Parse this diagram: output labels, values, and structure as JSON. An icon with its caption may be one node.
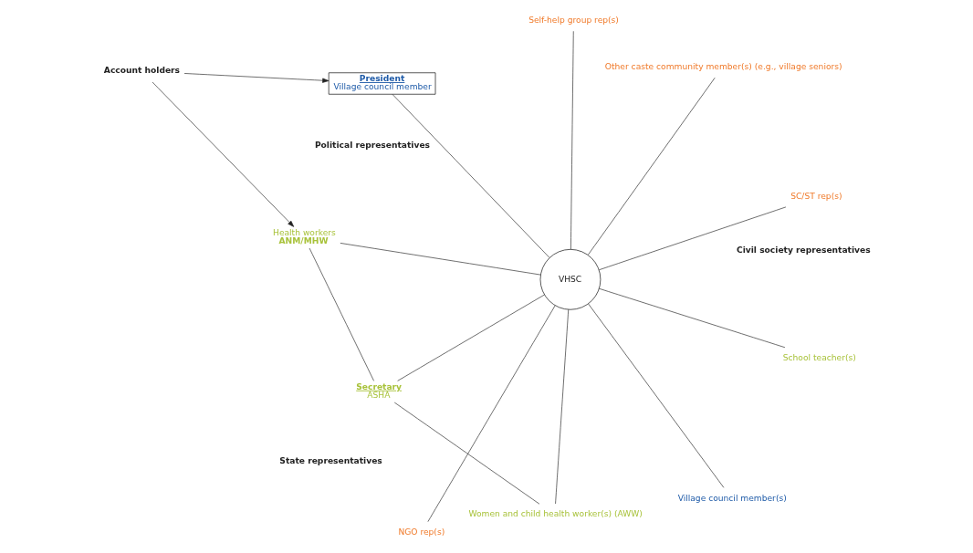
{
  "diagram": {
    "nodes": [
      {
        "text": [
          "VHSC"
        ]
      },
      {
        "text": [
          "President",
          "Village council member"
        ]
      },
      {
        "text": [
          "Village council member(s)"
        ]
      },
      {
        "text": [
          "Self-help group rep(s)"
        ]
      },
      {
        "text": [
          "SC/ST rep(s)"
        ]
      },
      {
        "text": [
          "Other caste community member(s) (e.g., village seniors)"
        ]
      },
      {
        "text": [
          "NGO rep(s)"
        ]
      },
      {
        "text": [
          "School teacher(s)"
        ]
      },
      {
        "text": [
          "Women and child health worker(s) (AWW)"
        ]
      },
      {
        "text": [
          "Secretary",
          "ASHA"
        ]
      },
      {
        "text": [
          "Health workers",
          "ANM/MHW"
        ]
      },
      {
        "text": [
          "Account holders"
        ]
      }
    ],
    "edges": [
      {
        "from": 0,
        "to": 1,
        "arrow": "none"
      },
      {
        "from": 0,
        "to": 2,
        "arrow": "none"
      },
      {
        "from": 0,
        "to": 3,
        "arrow": "none"
      },
      {
        "from": 0,
        "to": 4,
        "arrow": "none"
      },
      {
        "from": 0,
        "to": 5,
        "arrow": "none"
      },
      {
        "from": 0,
        "to": 6,
        "arrow": "none"
      },
      {
        "from": 0,
        "to": 7,
        "arrow": "none"
      },
      {
        "from": 0,
        "to": 8,
        "arrow": "none"
      },
      {
        "from": 0,
        "to": 9,
        "arrow": "none"
      },
      {
        "from": 0,
        "to": 10,
        "arrow": "none"
      },
      {
        "from": 11,
        "to": 1,
        "arrow": "to"
      },
      {
        "from": 11,
        "to": 10,
        "arrow": "to"
      },
      {
        "from": 10,
        "to": 9,
        "arrow": "none"
      },
      {
        "from": 9,
        "to": 8,
        "arrow": "none"
      }
    ],
    "labels": [
      "Political representatives",
      "State representatives",
      "Civil society representatives"
    ]
  }
}
